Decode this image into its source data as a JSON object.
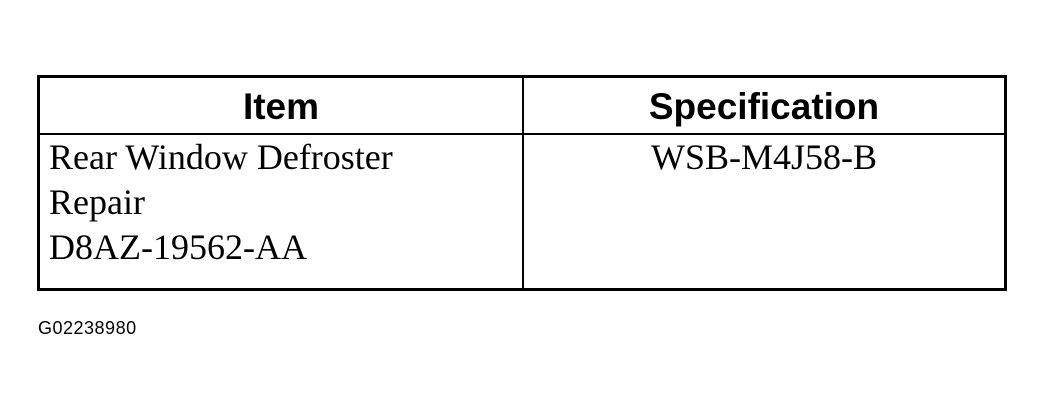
{
  "table": {
    "header": {
      "item": "Item",
      "specification": "Specification"
    },
    "rows": [
      {
        "item_lines": [
          "Rear Window Defroster",
          "Repair",
          "D8AZ-19562-AA"
        ],
        "specification": "WSB-M4J58-B"
      }
    ]
  },
  "figure_id": "G02238980"
}
